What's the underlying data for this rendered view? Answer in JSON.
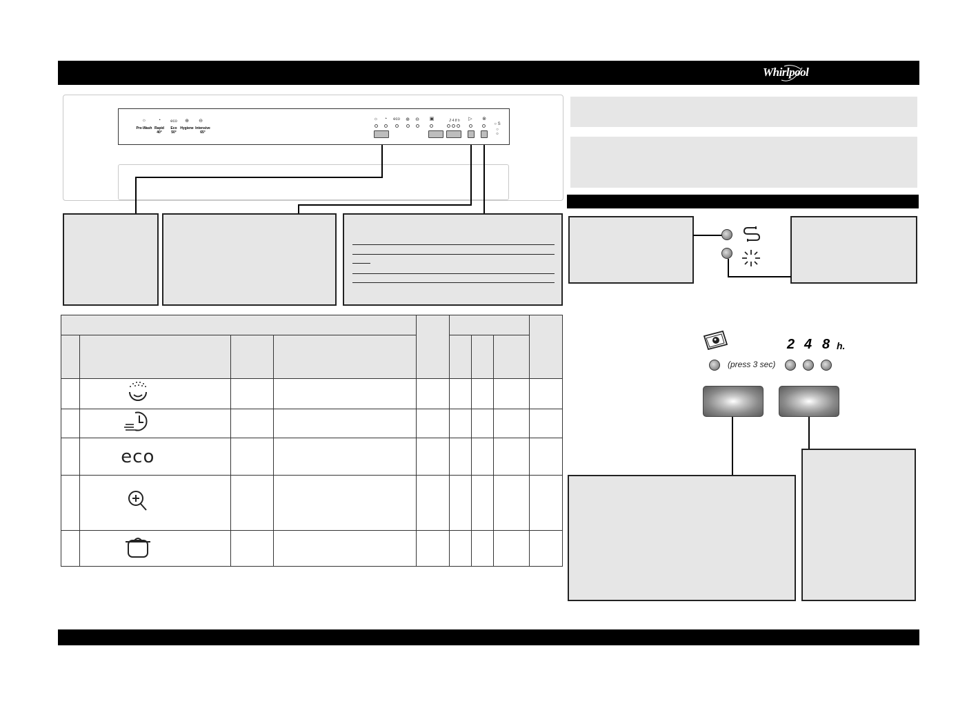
{
  "header": {
    "brand": "Whirlpool"
  },
  "control_panel": {
    "program_labels": [
      "Pre-Wash",
      "Rapid\n40°",
      "Eco\n50°",
      "Hygiene",
      "Intensive\n65°"
    ],
    "eco_glyph": "eco",
    "delay_hours_small": "2 4 8 h"
  },
  "indicators": {
    "salt_icon": "salt-icon",
    "rinse_aid_icon": "rinse-aid-icon"
  },
  "options": {
    "delay_hours": [
      "2",
      "4",
      "8"
    ],
    "hours_unit": "h.",
    "press_hint": "(press 3 sec)"
  },
  "programs_table": {
    "rows": [
      {
        "icon": "pre-wash-icon"
      },
      {
        "icon": "rapid-icon"
      },
      {
        "icon": "eco-icon",
        "label": "eco"
      },
      {
        "icon": "hygiene-icon"
      },
      {
        "icon": "intensive-icon"
      }
    ]
  },
  "colors": {
    "bar": "#000000",
    "box_fill": "#e6e6e6",
    "line": "#000000"
  }
}
